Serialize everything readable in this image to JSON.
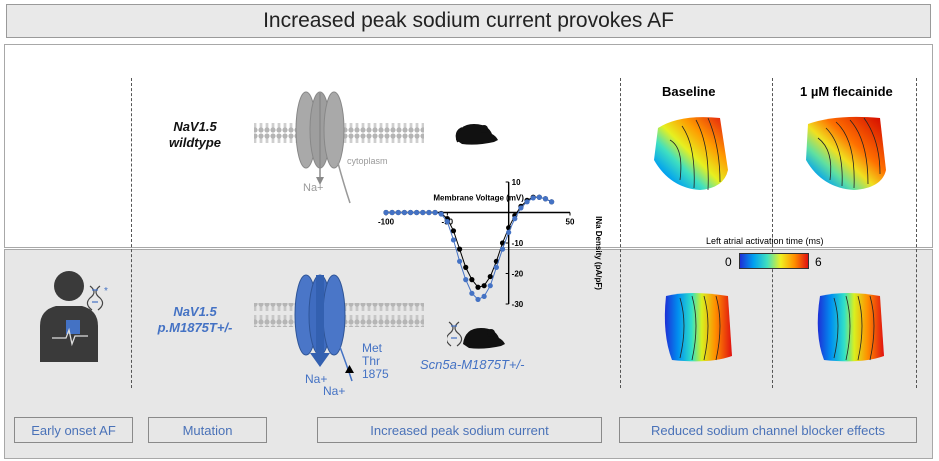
{
  "title": "Increased peak sodium current provokes AF",
  "wildtype": {
    "line1": "NaV1.5",
    "line2": "wildtype"
  },
  "mutant": {
    "line1": "NaV1.5",
    "line2": "p.M1875T+/-"
  },
  "cytoplasm_label": "cytoplasm",
  "na_label": "Na+",
  "residues": [
    "Met",
    "Thr",
    "1875"
  ],
  "mouse_label": "Scn5a-M1875T+/-",
  "maps": {
    "baseline_label": "Baseline",
    "flecainide_label": "1 µM flecainide",
    "colorbar_title": "Left atrial activation time (ms)",
    "colorbar_min": "0",
    "colorbar_max": "6"
  },
  "footer": {
    "early": "Early onset AF",
    "mutation": "Mutation",
    "current": "Increased peak sodium current",
    "blocker": "Reduced sodium channel blocker effects"
  },
  "chart_data": {
    "type": "line",
    "xlabel": "Membrane Voltage (mV)",
    "ylabel": "INa Density (pA/pF)",
    "xlim": [
      -100,
      50
    ],
    "ylim": [
      -30,
      10
    ],
    "xticks": [
      -100,
      -50,
      50
    ],
    "yticks": [
      10,
      -10,
      -20,
      -30
    ],
    "series": [
      {
        "color": "#000000",
        "x": [
          -100,
          -95,
          -90,
          -85,
          -80,
          -75,
          -70,
          -65,
          -60,
          -55,
          -50,
          -45,
          -40,
          -35,
          -30,
          -25,
          -20,
          -15,
          -10,
          -5,
          0,
          5,
          10,
          15,
          20,
          25,
          30,
          35
        ],
        "y": [
          0,
          0,
          0,
          0,
          0,
          0,
          0,
          0,
          0,
          -0.3,
          -2,
          -6,
          -12,
          -18,
          -22,
          -24.5,
          -24,
          -21,
          -16,
          -10,
          -5,
          -1,
          2,
          4,
          5,
          5,
          4.5,
          3.5
        ]
      },
      {
        "color": "#4472c4",
        "x": [
          -100,
          -95,
          -90,
          -85,
          -80,
          -75,
          -70,
          -65,
          -60,
          -55,
          -50,
          -45,
          -40,
          -35,
          -30,
          -25,
          -20,
          -15,
          -10,
          -5,
          0,
          5,
          10,
          15,
          20,
          25,
          30,
          35
        ],
        "y": [
          0,
          0,
          0,
          0,
          0,
          0,
          0,
          0,
          0,
          -0.5,
          -3,
          -9,
          -16,
          -22,
          -26.5,
          -28.5,
          -27.5,
          -24,
          -18,
          -12,
          -6.5,
          -2,
          1.5,
          3.5,
          4.8,
          5,
          4.5,
          3.5
        ]
      }
    ]
  }
}
